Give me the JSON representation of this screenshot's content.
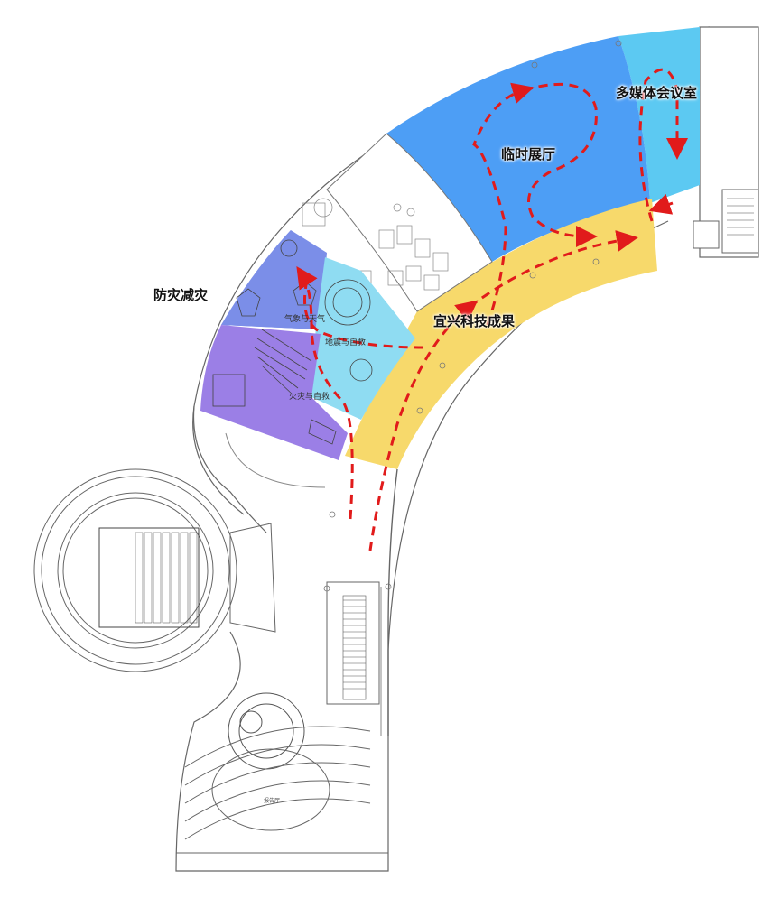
{
  "labels": {
    "disaster_prevention": "防灾减灾",
    "temporary_hall": "临时展厅",
    "multimedia_room": "多媒体会议室",
    "yixing_science": "宜兴科技成果",
    "meteorology": "气象与天气",
    "earthquake": "地震与自救",
    "fire": "火灾与自救",
    "lecture_hall": "报告厅"
  },
  "colors": {
    "temporary_hall": "#4d9ef5",
    "multimedia_room": "#5cc9f2",
    "yixing_corridor": "#f7d96b",
    "disaster_blue": "#7b8ee8",
    "disaster_purple": "#9b7fe6",
    "earthquake_cyan": "#8fdcf2",
    "route_arrow": "#e11b1b",
    "wall_line": "#666666"
  },
  "icons": [
    "route-arrow-icon",
    "staircase-icon",
    "escalator-icon"
  ]
}
